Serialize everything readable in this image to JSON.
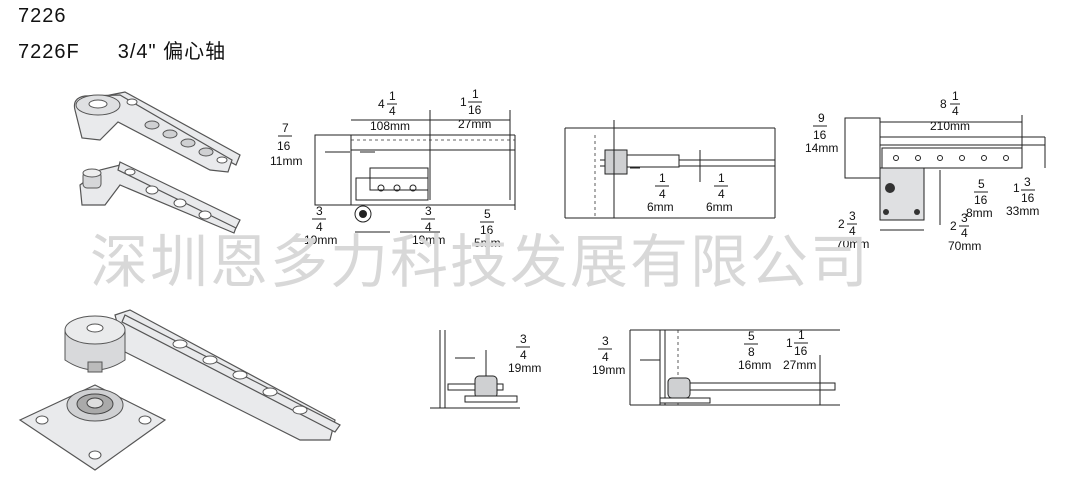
{
  "header": {
    "model_1": "7226",
    "model_2": "7226F",
    "subtitle": "3/4\" 偏心轴"
  },
  "watermark": "深圳恩多力科技发展有限公司",
  "dims": {
    "d1_top": "7",
    "d1_bot": "16",
    "d1_mm": "11mm",
    "d2_whole": "4",
    "d2_top": "1",
    "d2_bot": "4",
    "d2_mm": "108mm",
    "d3_whole": "1",
    "d3_top": "1",
    "d3_bot": "16",
    "d3_mm": "27mm",
    "d4_top": "3",
    "d4_bot": "4",
    "d4_mm": "19mm",
    "d5_top": "3",
    "d5_bot": "4",
    "d5_mm": "19mm",
    "d6_top": "5",
    "d6_bot": "16",
    "d6_mm": "5mm",
    "d7_top": "1",
    "d7_bot": "4",
    "d7_mm": "6mm",
    "d8_top": "1",
    "d8_bot": "4",
    "d8_mm": "6mm",
    "d9_top": "9",
    "d9_bot": "16",
    "d9_mm": "14mm",
    "d10_whole": "8",
    "d10_top": "1",
    "d10_bot": "4",
    "d10_mm": "210mm",
    "d11_top": "5",
    "d11_bot": "16",
    "d11_mm": "8mm",
    "d12_whole": "1",
    "d12_top": "3",
    "d12_bot": "16",
    "d12_mm": "33mm",
    "d13_whole": "2",
    "d13_top": "3",
    "d13_bot": "4",
    "d13_mm": "70mm",
    "d14_whole": "2",
    "d14_top": "3",
    "d14_bot": "4",
    "d14_mm": "70mm",
    "d15_top": "3",
    "d15_bot": "4",
    "d15_mm": "19mm",
    "d16_top": "3",
    "d16_bot": "4",
    "d16_mm": "19mm",
    "d17_top": "5",
    "d17_bot": "8",
    "d17_mm": "16mm",
    "d18_whole": "1",
    "d18_top": "1",
    "d18_bot": "16",
    "d18_mm": "27mm"
  }
}
